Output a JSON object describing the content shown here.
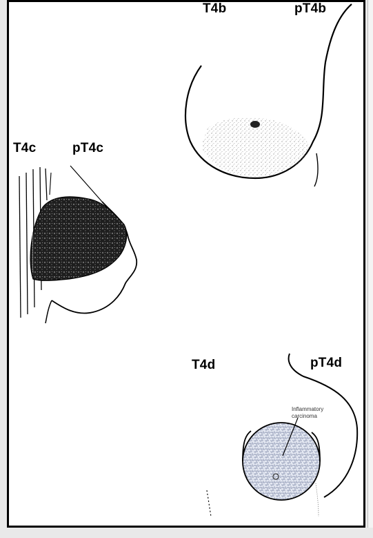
{
  "labels": {
    "t4b": "T4b",
    "pt4b": "pT4b",
    "t4c": "T4c",
    "pt4c": "pT4c",
    "t4d": "T4d",
    "pt4d": "pT4d"
  },
  "annotation": {
    "line1": "Inflammatory",
    "line2": "carcinoma"
  },
  "colors": {
    "frame": "#e9e9e9",
    "panel": "#ffffff",
    "ink": "#000000",
    "tumor": "#1a1a1a"
  },
  "icons": {
    "t4b": "breast-skin-ulceration-illustration",
    "t4c": "chest-wall-tumor-illustration",
    "t4d": "inflammatory-breast-illustration"
  }
}
